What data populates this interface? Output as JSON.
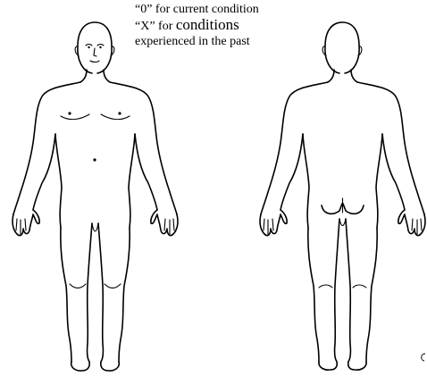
{
  "legend": {
    "line1": "“0” for current condition",
    "line2_prefix": "“X” for ",
    "line2_word": "conditions",
    "line3": "experienced in the past"
  },
  "figures": {
    "front_icon": "human-body-front-icon",
    "back_icon": "human-body-back-icon"
  },
  "colors": {
    "line": "#000000",
    "background": "#ffffff"
  }
}
